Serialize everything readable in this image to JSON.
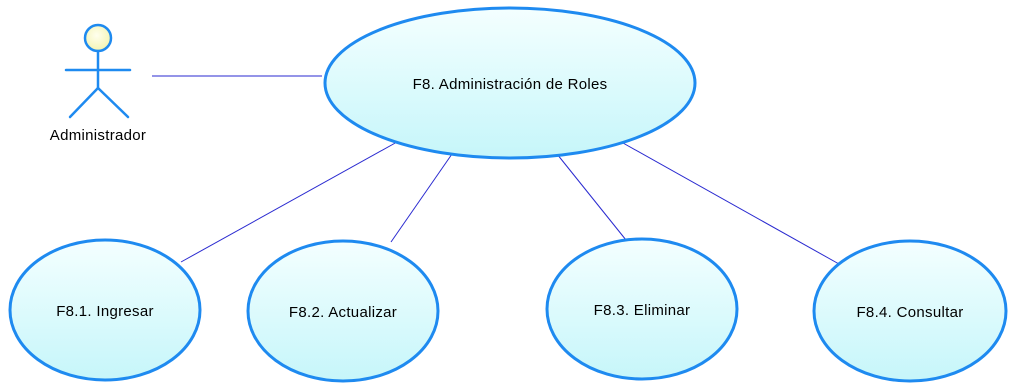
{
  "diagram": {
    "actor": {
      "label": "Administrador"
    },
    "main_use_case": {
      "label": "F8. Administración de Roles"
    },
    "use_cases": [
      {
        "label": "F8.1. Ingresar"
      },
      {
        "label": "F8.2. Actualizar"
      },
      {
        "label": "F8.3. Eliminar"
      },
      {
        "label": "F8.4. Consultar"
      }
    ]
  },
  "colors": {
    "ellipse_fill_top": "#f4ffff",
    "ellipse_fill_bottom": "#c6f6fa",
    "ellipse_stroke": "#1e8af0",
    "connector": "#2a2ad0",
    "actor_head_fill": "#ffffc6",
    "actor_stroke": "#1e8af0"
  }
}
